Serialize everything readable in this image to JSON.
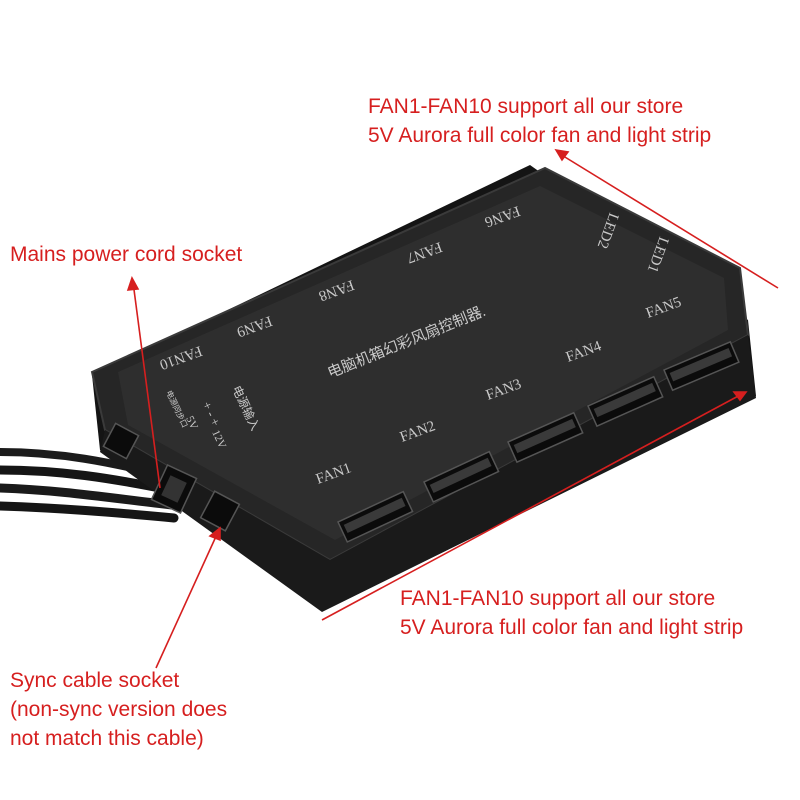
{
  "callouts": {
    "top": {
      "line1": "FAN1-FAN10 support all our store",
      "line2": "5V Aurora full color fan and light strip"
    },
    "mains": {
      "line1": "Mains power cord socket"
    },
    "bottom": {
      "line1": "FAN1-FAN10 support all our store",
      "line2": "5V Aurora full color fan and light strip"
    },
    "sync": {
      "line1": "Sync cable socket",
      "line2": "(non-sync version does",
      "line3": "not match this cable)"
    }
  },
  "device": {
    "ports_front": [
      "FAN1",
      "FAN2",
      "FAN3",
      "FAN4",
      "FAN5"
    ],
    "ports_back": [
      "FAN6",
      "FAN7",
      "FAN8",
      "FAN9",
      "FAN10"
    ],
    "led_ports": [
      "LED1",
      "LED2"
    ],
    "center_text": "电脑机箱幻彩风扇控制器.",
    "power_label": "电源输入",
    "power_legend": "+ - +",
    "voltage_5v": "5V",
    "voltage_12v": "12V",
    "sync_label": "电源同步口"
  },
  "colors": {
    "callout": "#d61f1f",
    "device_body": "#1f1f1f",
    "device_top": "#2b2b2b",
    "print": "#c9c9c9"
  }
}
